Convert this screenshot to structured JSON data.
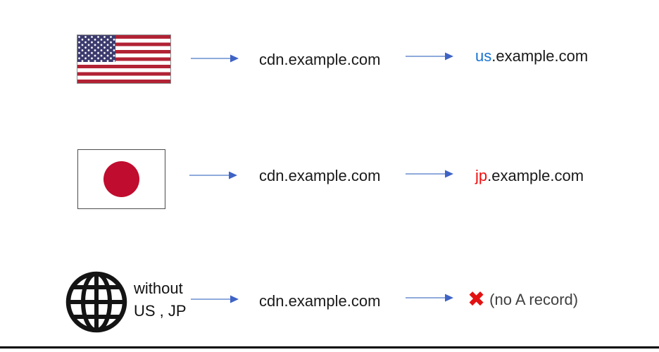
{
  "colors": {
    "arrow_shaft": "#8faadc",
    "arrow_head": "#3f63c5",
    "us_prefix_blue": "#1673d2",
    "jp_prefix_red": "#f20d0d",
    "x_mark_red": "#e31212",
    "note_gray": "#404040",
    "domain_black": "#1a1a1a",
    "japan_circle_red": "#c00c2e",
    "us_flag_red": "#b22234",
    "us_flag_canton": "#3c3b6e"
  },
  "rows": [
    {
      "client": "united-states-flag",
      "origin_domain": "cdn.example.com",
      "result_prefix": "us",
      "result_suffix": ".example.com"
    },
    {
      "client": "japan-flag",
      "origin_domain": "cdn.example.com",
      "result_prefix": "jp",
      "result_suffix": ".example.com"
    },
    {
      "client": "globe",
      "client_label_line1": "without",
      "client_label_line2": "US , JP",
      "origin_domain": "cdn.example.com",
      "result_icon": "✖",
      "result_note": "(no A record)"
    }
  ]
}
